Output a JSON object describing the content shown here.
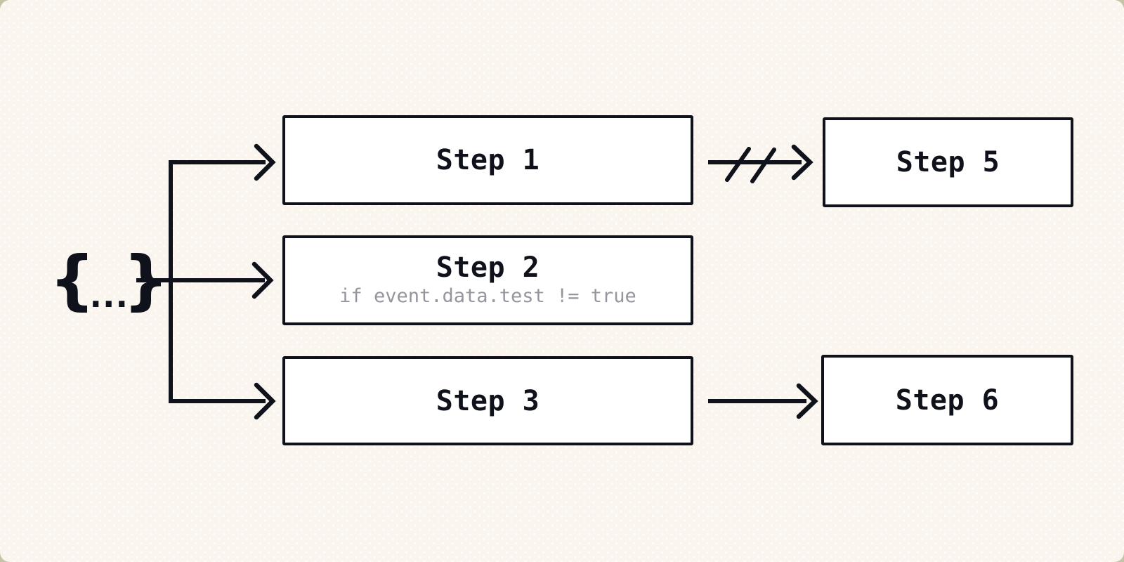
{
  "theme": {
    "ink": "#10121b",
    "canvas_background": "#faf5ee",
    "dot_pattern_color": "#fffef8",
    "node_background": "#ffffff",
    "sublabel_color": "#96959e",
    "outside_corner_color": "#c9c3a6"
  },
  "trigger": {
    "name": "event-object",
    "brace_open": "{",
    "dots": "...",
    "brace_close": "}"
  },
  "nodes": [
    {
      "id": "step1",
      "label": "Step 1"
    },
    {
      "id": "step2",
      "label": "Step 2",
      "sublabel": "if event.data.test != true"
    },
    {
      "id": "step3",
      "label": "Step 3"
    },
    {
      "id": "step5",
      "label": "Step 5"
    },
    {
      "id": "step6",
      "label": "Step 6"
    }
  ],
  "edges": [
    {
      "from": "event-object",
      "to": "step1",
      "style": "solid"
    },
    {
      "from": "event-object",
      "to": "step2",
      "style": "solid"
    },
    {
      "from": "event-object",
      "to": "step3",
      "style": "solid"
    },
    {
      "from": "step1",
      "to": "step5",
      "style": "broken"
    },
    {
      "from": "step3",
      "to": "step6",
      "style": "solid"
    }
  ]
}
